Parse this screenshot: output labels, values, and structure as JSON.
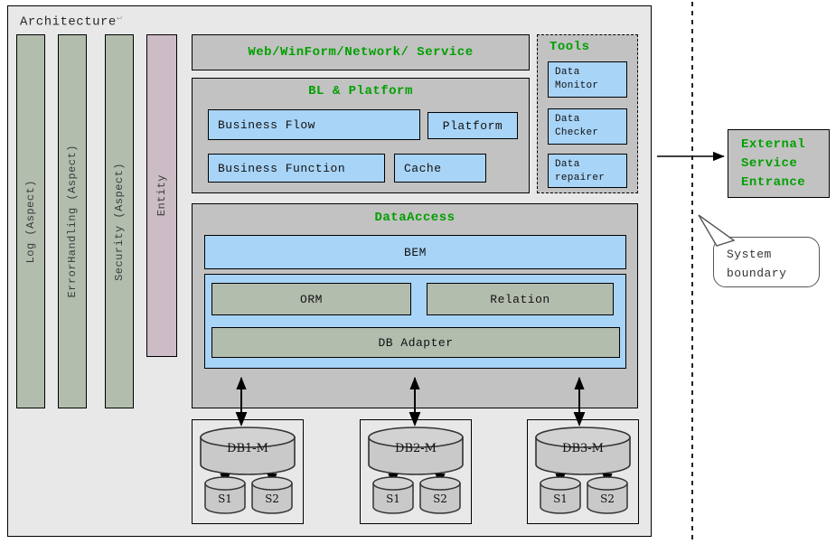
{
  "diagram": {
    "title": "Architecture",
    "return_mark": "↵"
  },
  "aspects": [
    {
      "label": "Log (Aspect)",
      "color": "#b3bdae"
    },
    {
      "label": "ErrorHandling (Aspect)",
      "color": "#b3bdae"
    },
    {
      "label": "Security (Aspect)",
      "color": "#b3bdae"
    },
    {
      "label": "Entity",
      "color": "#ccbcc5"
    }
  ],
  "presentation": {
    "title": "Web/WinForm/Network/ Service"
  },
  "bl": {
    "title": "BL & Platform",
    "boxes": [
      {
        "label": "Business Flow"
      },
      {
        "label": "Platform"
      },
      {
        "label": "Business Function"
      },
      {
        "label": "Cache"
      }
    ]
  },
  "tools": {
    "title": "Tools",
    "items": [
      {
        "line1": "Data",
        "line2": "Monitor"
      },
      {
        "line1": "Data",
        "line2": "Checker"
      },
      {
        "line1": "Data",
        "line2": "repairer"
      }
    ]
  },
  "dataaccess": {
    "title": "DataAccess",
    "bem": "BEM",
    "orm": "ORM",
    "relation": "Relation",
    "adapter": "DB Adapter"
  },
  "databases": [
    {
      "master": "DB1-M",
      "slaves": [
        "S1",
        "S2"
      ]
    },
    {
      "master": "DB2-M",
      "slaves": [
        "S1",
        "S2"
      ]
    },
    {
      "master": "DB3-M",
      "slaves": [
        "S1",
        "S2"
      ]
    }
  ],
  "external": {
    "lines": [
      "External",
      "Service",
      "Entrance"
    ]
  },
  "boundary": {
    "callout_lines": [
      "System",
      "boundary"
    ]
  },
  "colors": {
    "accent_green": "#00a000",
    "blue_box": "#a8d4f7",
    "sage": "#b3bdae",
    "mauve": "#ccbcc5",
    "panel_gray": "#c2c2c2",
    "canvas": "#e8e8e8"
  }
}
